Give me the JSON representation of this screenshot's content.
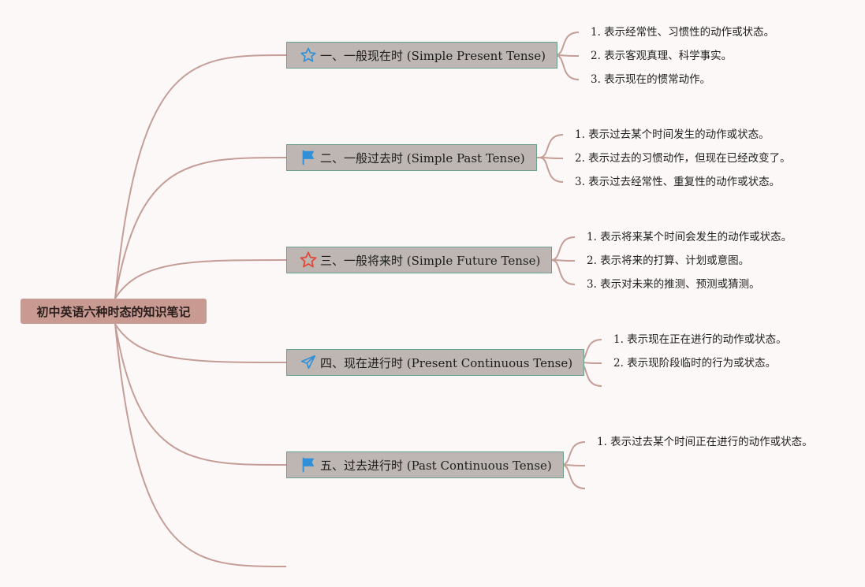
{
  "root": {
    "label": "初中英语六种时态的知识笔记"
  },
  "branches": [
    {
      "label": "一、一般现在时 (Simple Present Tense)",
      "icon": "star-outline-icon",
      "leaves": [
        "1. 表示经常性、习惯性的动作或状态。",
        "2. 表示客观真理、科学事实。",
        "3. 表示现在的惯常动作。"
      ]
    },
    {
      "label": "二、一般过去时 (Simple Past Tense)",
      "icon": "flag-icon",
      "leaves": [
        "1. 表示过去某个时间发生的动作或状态。",
        "2. 表示过去的习惯动作，但现在已经改变了。",
        "3. 表示过去经常性、重复性的动作或状态。"
      ]
    },
    {
      "label": "三、一般将来时 (Simple Future Tense)",
      "icon": "red-star-icon",
      "leaves": [
        "1. 表示将来某个时间会发生的动作或状态。",
        "2. 表示将来的打算、计划或意图。",
        "3. 表示对未来的推测、预测或猜测。"
      ]
    },
    {
      "label": "四、现在进行时 (Present Continuous Tense)",
      "icon": "paper-plane-icon",
      "leaves": [
        "1. 表示现在正在进行的动作或状态。",
        "2. 表示现阶段临时的行为或状态。"
      ]
    },
    {
      "label": "五、过去进行时 (Past Continuous Tense)",
      "icon": "flag-icon",
      "leaves": [
        "1. 表示过去某个时间正在进行的动作或状态。"
      ]
    }
  ],
  "colors": {
    "connector": "#c49e96",
    "root_fill": "#c89a92",
    "branch_fill": "#bdb6b3",
    "branch_border": "#6aa08e",
    "icon_blue": "#2f8fd8",
    "icon_red": "#e04a3a",
    "background": "#fdf8f8"
  }
}
